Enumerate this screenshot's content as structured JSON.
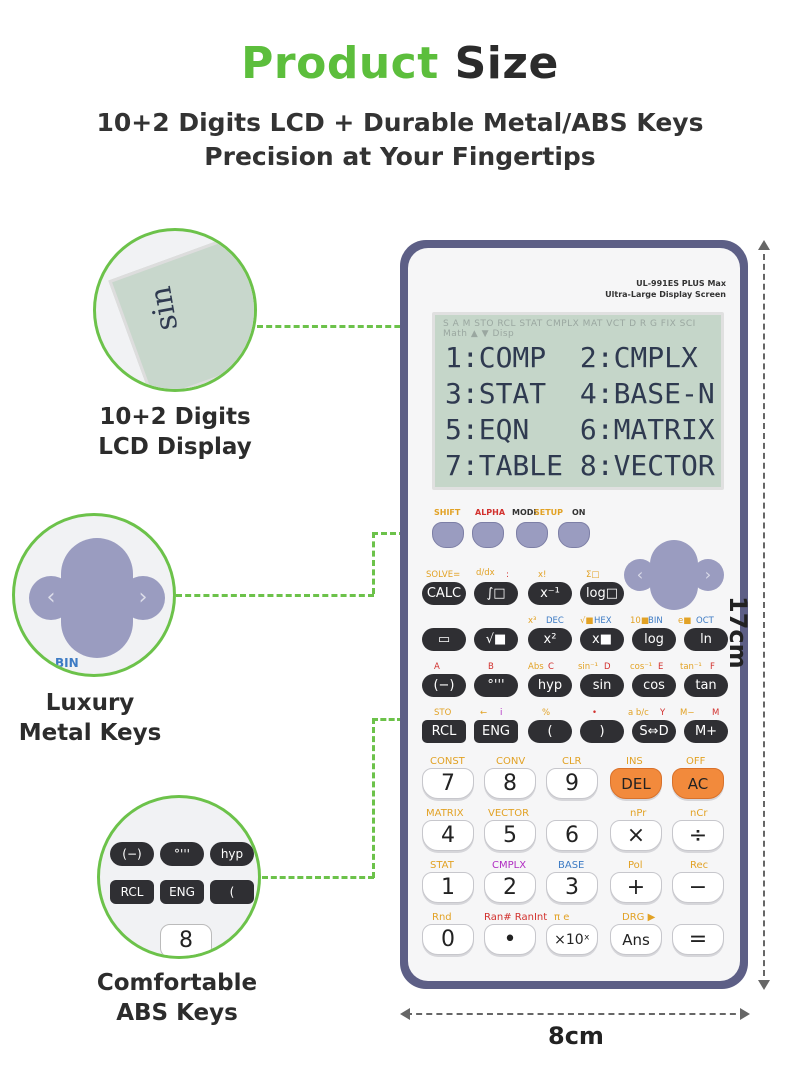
{
  "header": {
    "title_green": "Product",
    "title_dark": "Size",
    "subtitle_line1": "10+2 Digits LCD + Durable Metal/ABS Keys",
    "subtitle_line2": "Precision at Your Fingertips"
  },
  "callouts": [
    {
      "label_line1": "10+2 Digits",
      "label_line2": "LCD Display"
    },
    {
      "label_line1": "Luxury",
      "label_line2": "Metal Keys"
    },
    {
      "label_line1": "Comfortable",
      "label_line2": "ABS Keys"
    }
  ],
  "calculator": {
    "model_line1": "UL-991ES PLUS Max",
    "model_line2": "Ultra-Large Display Screen",
    "lcd_status": "S A M STO RCL STAT CMPLX MAT VCT D R G FIX SCI Math ▲ ▼ Disp",
    "lcd_lines": [
      "1:COMP  2:CMPLX",
      "3:STAT  4:BASE-N",
      "5:EQN   6:MATRIX",
      "7:TABLE 8:VECTOR"
    ],
    "function_labels": [
      "SHIFT",
      "ALPHA",
      "MODE",
      "SETUP",
      "ON"
    ],
    "black_key_rows": [
      [
        "CALC",
        "∫□",
        "x⁻¹",
        "log□"
      ],
      [
        "▭",
        "√■",
        "x²",
        "x■",
        "log",
        "ln"
      ],
      [
        "(−)",
        "°'''",
        "hyp",
        "sin",
        "cos",
        "tan"
      ],
      [
        "RCL",
        "ENG",
        "(",
        ")",
        "S⇔D",
        "M+"
      ]
    ],
    "shift_labels_rows": [
      [
        "SOLVE=",
        "d/dx",
        ":",
        "x!",
        "Σ□"
      ],
      [
        "x³",
        "DEC",
        "√■",
        "HEX",
        "10■",
        "BIN",
        "e■",
        "OCT"
      ],
      [
        "A",
        "B",
        "Abs",
        "C",
        "sin⁻¹",
        "D",
        "cos⁻¹",
        "E",
        "tan⁻¹",
        "F"
      ],
      [
        "STO",
        "←",
        "i",
        "%",
        "•",
        "a b/c",
        "Y",
        "M−",
        "M"
      ]
    ],
    "white_key_rows": [
      {
        "labels": [
          "CONST",
          "CONV",
          "CLR",
          "INS",
          "OFF"
        ],
        "keys": [
          "7",
          "8",
          "9",
          "DEL",
          "AC"
        ]
      },
      {
        "labels": [
          "MATRIX",
          "VECTOR",
          "",
          "nPr",
          "nCr"
        ],
        "keys": [
          "4",
          "5",
          "6",
          "×",
          "÷"
        ]
      },
      {
        "labels": [
          "STAT",
          "CMPLX",
          "BASE",
          "Pol",
          "Rec"
        ],
        "keys": [
          "1",
          "2",
          "3",
          "+",
          "−"
        ]
      },
      {
        "labels": [
          "Rnd",
          "Ran# RanInt",
          "π  e",
          "DRG ▶",
          ""
        ],
        "keys": [
          "0",
          "•",
          "×10ˣ",
          "Ans",
          "="
        ]
      }
    ]
  },
  "dimensions": {
    "height": "17cm",
    "width": "8cm"
  },
  "colors": {
    "accent_green": "#5cbe3c",
    "calc_frame": "#5d5f86",
    "lcd": "#c5d6c9",
    "orange_key": "#f28a3c"
  }
}
